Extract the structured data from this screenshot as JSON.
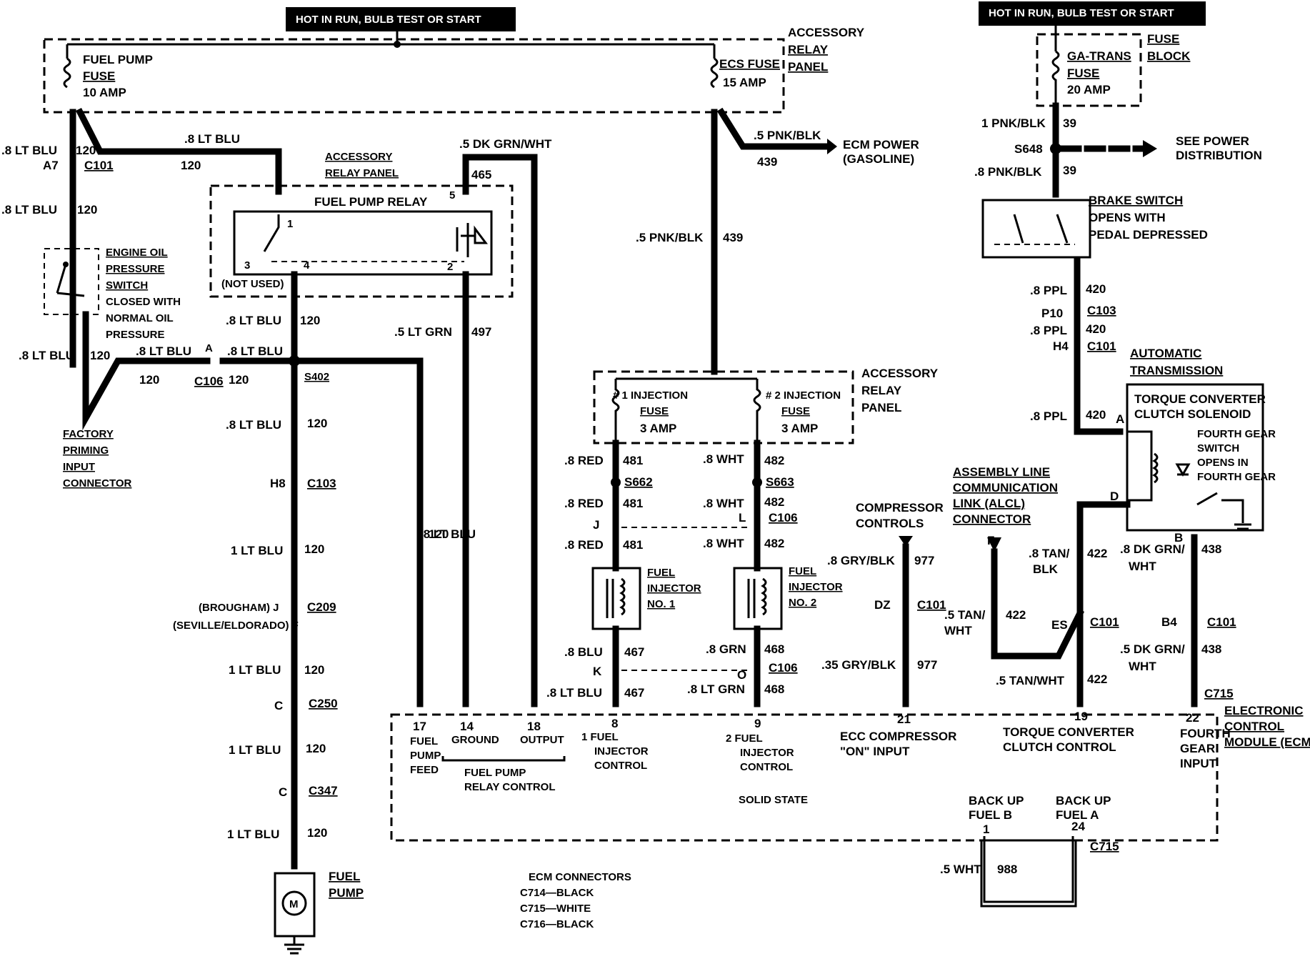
{
  "headers": {
    "left": "HOT IN RUN,   BULB TEST OR START",
    "right": "HOT IN RUN,   BULB TEST OR START"
  },
  "accessory_relay_panel_top": {
    "line1": "ACCESSORY",
    "line2": "RELAY",
    "line3": "PANEL"
  },
  "fuel_pump_fuse": {
    "line1": "FUEL PUMP",
    "line2": "FUSE",
    "line3": "10 AMP"
  },
  "ecs_fuse": {
    "line1": "ECS FUSE",
    "line2": "15 AMP"
  },
  "fuse_block": {
    "line1": "FUSE",
    "line2": "BLOCK"
  },
  "ga_trans_fuse": {
    "line1": "GA-TRANS",
    "line2": "FUSE",
    "line3": "20 AMP"
  },
  "ecm_power": {
    "line1": "ECM POWER",
    "line2": "(GASOLINE)"
  },
  "power_dist": {
    "line1": "SEE POWER",
    "line2": "DISTRIBUTION"
  },
  "fuel_pump_relay": {
    "title": "FUEL PUMP RELAY",
    "panel1": "ACCESSORY",
    "panel2": "RELAY PANEL",
    "not_used": "(NOT USED)",
    "p1": "1",
    "p2": "2",
    "p3": "3",
    "p4": "4",
    "p5": "5"
  },
  "oil_switch": {
    "l1": "ENGINE OIL",
    "l2": "PRESSURE",
    "l3": "SWITCH",
    "l4": "CLOSED WITH",
    "l5": "NORMAL OIL",
    "l6": "PRESSURE"
  },
  "factory_conn": {
    "l1": "FACTORY",
    "l2": "PRIMING",
    "l3": "INPUT",
    "l4": "CONNECTOR"
  },
  "brake_switch": {
    "l1": "BRAKE SWITCH",
    "l2": "OPENS WITH",
    "l3": "PEDAL DEPRESSED"
  },
  "auto_trans": {
    "l1": "AUTOMATIC",
    "l2": "TRANSMISSION"
  },
  "tcc_solenoid": {
    "l1": "TORQUE CONVERTER",
    "l2": "CLUTCH SOLENOID",
    "l3": "FOURTH GEAR",
    "l4": "SWITCH",
    "l5": "OPENS IN",
    "l6": "FOURTH GEAR",
    "pa": "A",
    "pd": "D",
    "pb": "B"
  },
  "injection_panel": {
    "l1": "ACCESSORY",
    "l2": "RELAY",
    "l3": "PANEL",
    "f1a": "# 1 INJECTION",
    "f1b": "FUSE",
    "f1c": "3 AMP",
    "f2a": "# 2 INJECTION",
    "f2b": "FUSE",
    "f2c": "3 AMP"
  },
  "injector1": {
    "l1": "FUEL",
    "l2": "INJECTOR",
    "l3": "NO. 1"
  },
  "injector2": {
    "l1": "FUEL",
    "l2": "INJECTOR",
    "l3": "NO. 2"
  },
  "fuel_pump": {
    "l1": "FUEL",
    "l2": "PUMP",
    "m": "M"
  },
  "alcl": {
    "l1": "ASSEMBLY LINE",
    "l2": "COMMUNICATION",
    "l3": "LINK (ALCL)",
    "l4": "CONNECTOR",
    "pin": "F"
  },
  "compressor": {
    "l1": "COMPRESSOR",
    "l2": "CONTROLS"
  },
  "ecm": {
    "l1": "ELECTRONIC",
    "l2": "CONTROL",
    "l3": "MODULE (ECM)",
    "solid": "SOLID STATE",
    "p17": "17",
    "p17a": "FUEL",
    "p17b": "PUMP",
    "p17c": "FEED",
    "p14": "14",
    "p14a": "GROUND",
    "p18": "18",
    "p18a": "OUTPUT",
    "relay_ctl1": "FUEL PUMP",
    "relay_ctl2": "RELAY CONTROL",
    "p8": "8",
    "p8a": "1  FUEL",
    "p8b": "INJECTOR",
    "p8c": "CONTROL",
    "p9": "9",
    "p9a": "2  FUEL",
    "p9b": "INJECTOR",
    "p9c": "CONTROL",
    "p21": "21",
    "p21a": "ECC COMPRESSOR",
    "p21b": "\"ON\" INPUT",
    "p19": "19",
    "p19a": "TORQUE CONVERTER",
    "p19b": "CLUTCH CONTROL",
    "p22": "22",
    "p22a": "FOURTH",
    "p22b": "GEAR",
    "p22c": "INPUT",
    "bub": "BACK UP",
    "bub2": "FUEL B",
    "bua": "BACK UP",
    "bua2": "FUEL A",
    "p1": "1",
    "p24": "24"
  },
  "ecm_connectors": {
    "l1": "ECM CONNECTORS",
    "l2": "C714—BLACK",
    "l3": "C715—WHITE",
    "l4": "C716—BLACK"
  },
  "wires": {
    "w120a": ".8 LT BLU",
    "n120": "120",
    "a7": "A7",
    "c101": "C101",
    "w120top": ".8 LT BLU",
    "n120top": "120",
    "w120b": ".8 LT BLU",
    "w120c": ".8 LT BLU",
    "w120d": ".8 LT BLU",
    "w120e": ".8 LT BLU",
    "pinA": "A",
    "c106": "C106",
    "s402": "S402",
    "w120f": ".8 LT BLU",
    "w120g": ".8 LT BLU",
    "h8": "H8",
    "c103": "C103",
    "w1lt1": "1 LT BLU",
    "broug": "(BROUGHAM) J",
    "sev": "(SEVILLE/ELDORADO) F",
    "c209": "C209",
    "w1lt2": "1 LT BLU",
    "c250pin": "C",
    "c250": "C250",
    "w1lt3": "1 LT BLU",
    "c347pin": "C",
    "c347": "C347",
    "w1lt4": "1 LT BLU",
    "w465": ".5 DK GRN/WHT",
    "n465": "465",
    "w497": ".5 LT GRN",
    "n497": "497",
    "w439a": ".5 PNK/BLK",
    "n439": "439",
    "w439b": ".5 PNK/BLK",
    "n439b": "439",
    "w481a": ".8 RED",
    "n481": "481",
    "s662": "S662",
    "w481b": ".8 RED",
    "pinJ": "J",
    "w481c": ".8 RED",
    "w482a": ".8 WHT",
    "n482": "482",
    "s663": "S663",
    "w482b": ".8 WHT",
    "pinL": "L",
    "c106b": "C106",
    "w482c": ".8 WHT",
    "w467": ".8 BLU",
    "n467": "467",
    "pinK": "K",
    "w467b": ".8 LT BLU",
    "w468": ".8 GRN",
    "n468": "468",
    "pinO": "O",
    "c106c": "C106",
    "w468b": ".8 LT GRN",
    "w977": ".8 GRY/BLK",
    "n977": "977",
    "dz": "DZ",
    "c101b": "C101",
    "w977b": ".35 GRY/BLK",
    "w39a": "1 PNK/BLK",
    "n39": "39",
    "s648": "S648",
    "w39b": ".8 PNK/BLK",
    "w420a": ".8 PPL",
    "n420": "420",
    "p10": "P10",
    "c103b": "C103",
    "w420b": ".8 PPL",
    "h4": "H4",
    "c101c": "C101",
    "w420c": ".8 PPL",
    "w422a": ".8 TAN/",
    "w422a2": "BLK",
    "n422": "422",
    "es": "ES",
    "c101d": "C101",
    "w422b": ".5 TAN/",
    "w422b2": "WHT",
    "w422c": ".5 TAN/WHT",
    "w438a": ".8 DK GRN/",
    "w438a2": "WHT",
    "n438": "438",
    "b4": "B4",
    "c101e": "C101",
    "w438b": ".5 DK GRN/",
    "w438b2": "WHT",
    "c715": "C715",
    "w988": ".5 WHT",
    "n988": "988",
    "c715b": "C715"
  }
}
